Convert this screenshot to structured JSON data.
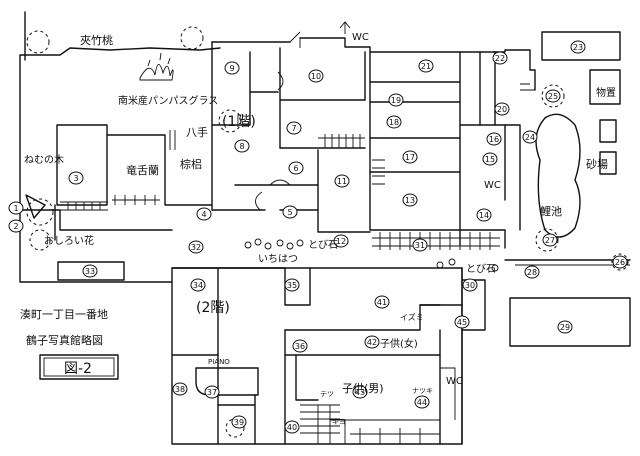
{
  "labels": {
    "kyouchikutou": "夾竹桃",
    "pampas": "南米産パンパスグラス",
    "first_floor": "(1階)",
    "yatsude": "八手",
    "nemunoki": "ねむの木",
    "ryuzetsuran": "竜舌蘭",
    "shuro": "棕梠",
    "oshiroibana": "おしろい花",
    "ichihatsu": "いちはつ",
    "tobiishi": "とび石",
    "tobiishi2": "とび石",
    "wc_top": "WC",
    "wc_mid": "WC",
    "wc_low": "WC",
    "monooki": "物置",
    "sunaba": "砂場",
    "koiike": "鯉池",
    "second_floor": "(2階)",
    "title_line1": "湊町一丁目一番地",
    "title_line2": "鶴子写真館略図",
    "figure_no": "図-2",
    "piano": "PIANO",
    "izu": "イズミ",
    "kodomo_onna": "子供(女)",
    "kodomo_otoko": "子供(男)",
    "tetsu": "テツ",
    "kiyo": "キヨ",
    "natsuko": "ナツキ"
  },
  "room_numbers": [
    "1",
    "2",
    "3",
    "4",
    "5",
    "6",
    "7",
    "8",
    "9",
    "10",
    "11",
    "12",
    "13",
    "14",
    "15",
    "16",
    "17",
    "18",
    "19",
    "20",
    "21",
    "22",
    "23",
    "24",
    "25",
    "26",
    "27",
    "28",
    "29",
    "30",
    "31",
    "32",
    "33",
    "34",
    "35",
    "36",
    "37",
    "38",
    "39",
    "40",
    "41",
    "42",
    "43",
    "44",
    "45"
  ]
}
